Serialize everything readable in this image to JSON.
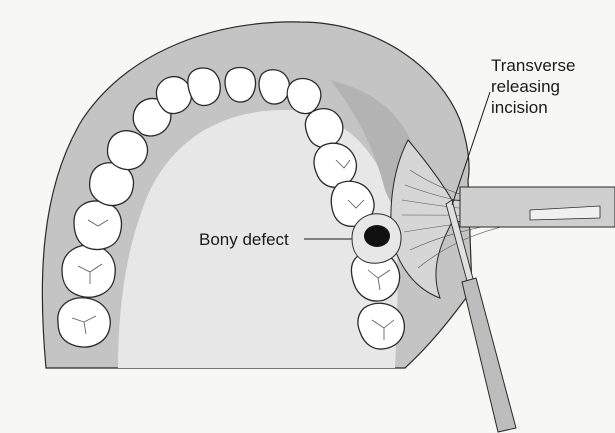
{
  "labels": {
    "transverse_line1": "Transverse",
    "transverse_line2": "releasing",
    "transverse_line3": "incision",
    "bony_defect": "Bony defect"
  },
  "colors": {
    "background": "#f7f7f6",
    "palate": "#e7e7e7",
    "gingiva_outer": "#c4c4c4",
    "gingiva_band": "#b3b3b3",
    "flap": "#d6d6d6",
    "tooth_fill": "#ffffff",
    "tooth_stroke": "#2a2a2a",
    "defect": "#111111",
    "instrument": "#bdbdbd"
  }
}
